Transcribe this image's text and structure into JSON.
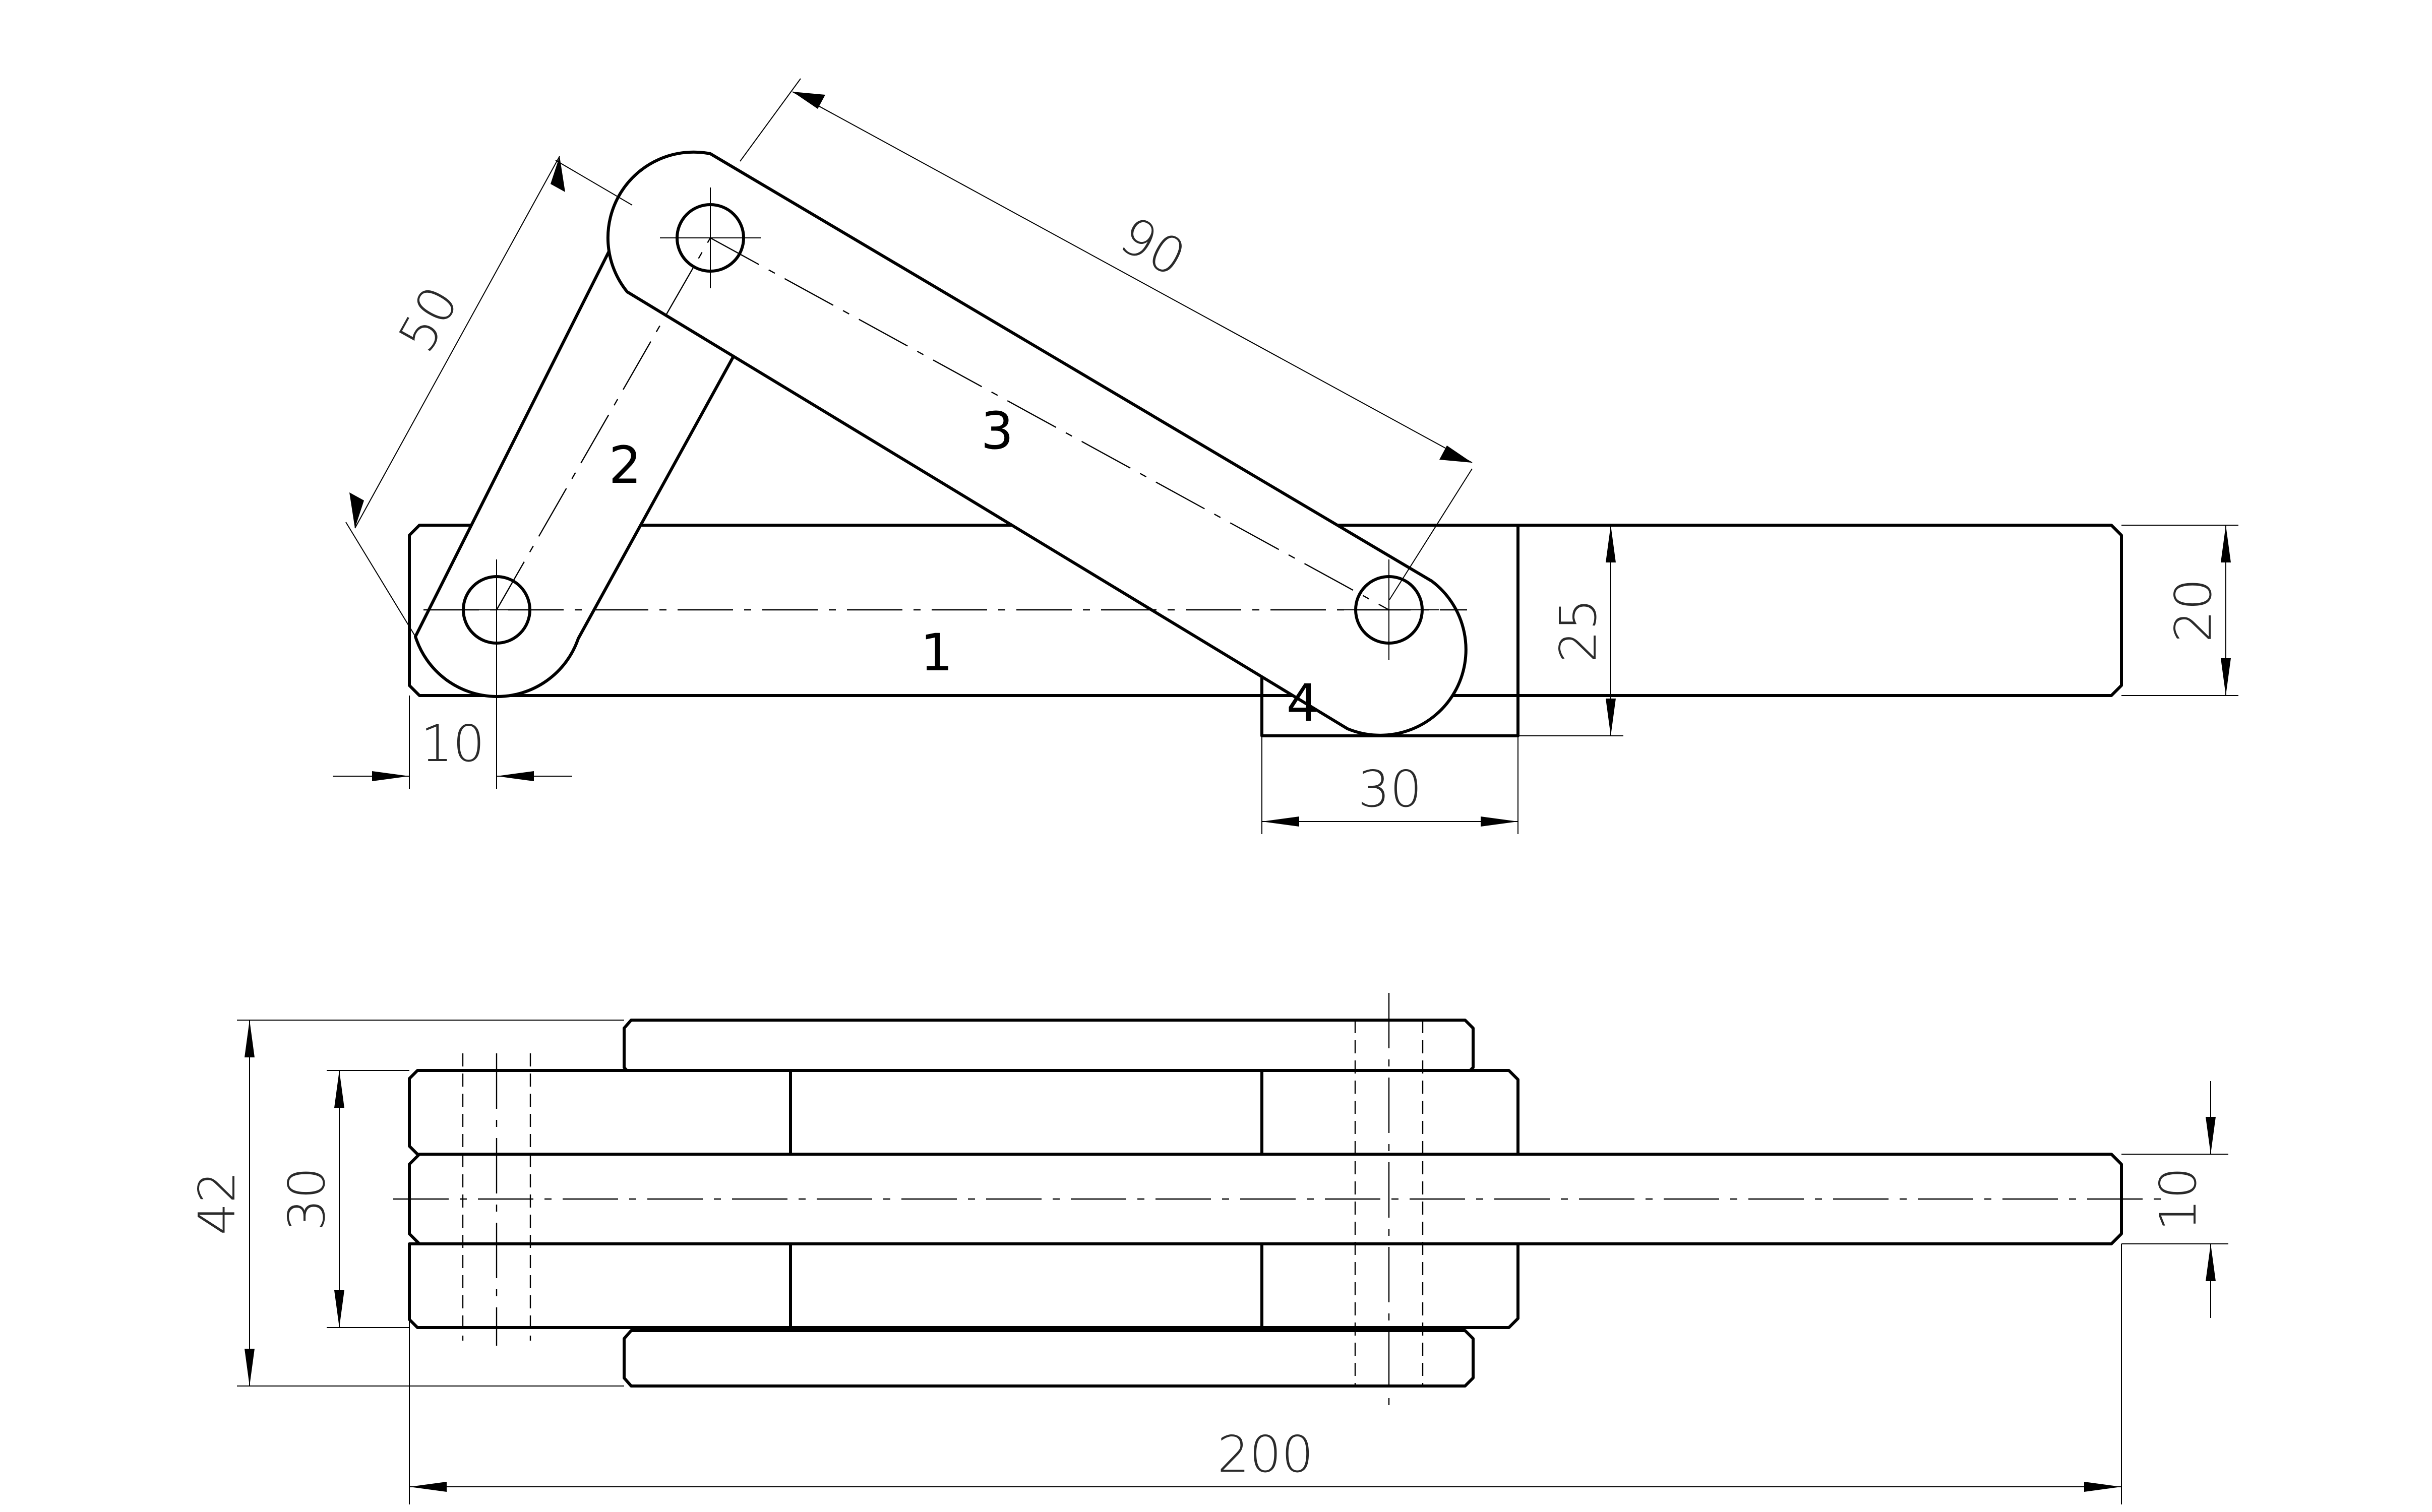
{
  "front_view": {
    "part_labels": {
      "p1": "1",
      "p2": "2",
      "p3": "3",
      "p4": "4"
    },
    "dims": {
      "link2": "50",
      "link3": "90",
      "d10": "10",
      "d30": "30",
      "d25": "25",
      "d20": "20"
    }
  },
  "top_view": {
    "dims": {
      "d42": "42",
      "d30": "30",
      "d10": "10",
      "d200": "200"
    }
  }
}
